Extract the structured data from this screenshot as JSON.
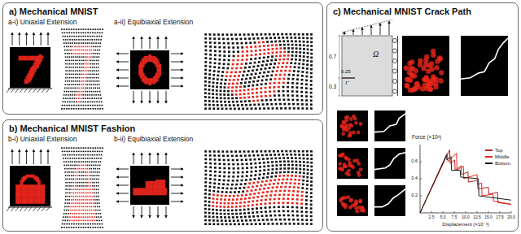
{
  "diagram": {
    "nodes": [
      {
        "text": [
          "a) Mechanical MNIST"
        ]
      },
      {
        "text": [
          "b) Mechanical MNIST Fashion"
        ]
      },
      {
        "text": [
          "c) Mechanical MNIST Crack Path"
        ]
      }
    ],
    "labels": [
      "a-i) Uniaxial Extension",
      "a-ii) Equibiaxial Extension",
      "b-i) Uniaxial Extension",
      "b-ii) Equibiaxial Extension",
      "Ω",
      "0.7",
      "0.25",
      "Γ",
      "0.3",
      "Force (×10³)",
      "0.2",
      "0.4",
      "0.6",
      "2.5",
      "5.0",
      "7.5",
      "10.0",
      "12.5",
      "15.0",
      "17.5",
      "20.0",
      "Displacement (×10⁻³)"
    ],
    "legend": [
      {
        "text": "Top",
        "color": "#b22222"
      },
      {
        "text": "Middle",
        "color": "#e8261c"
      },
      {
        "text": "Bottom",
        "color": "#1a1a1a"
      }
    ]
  }
}
